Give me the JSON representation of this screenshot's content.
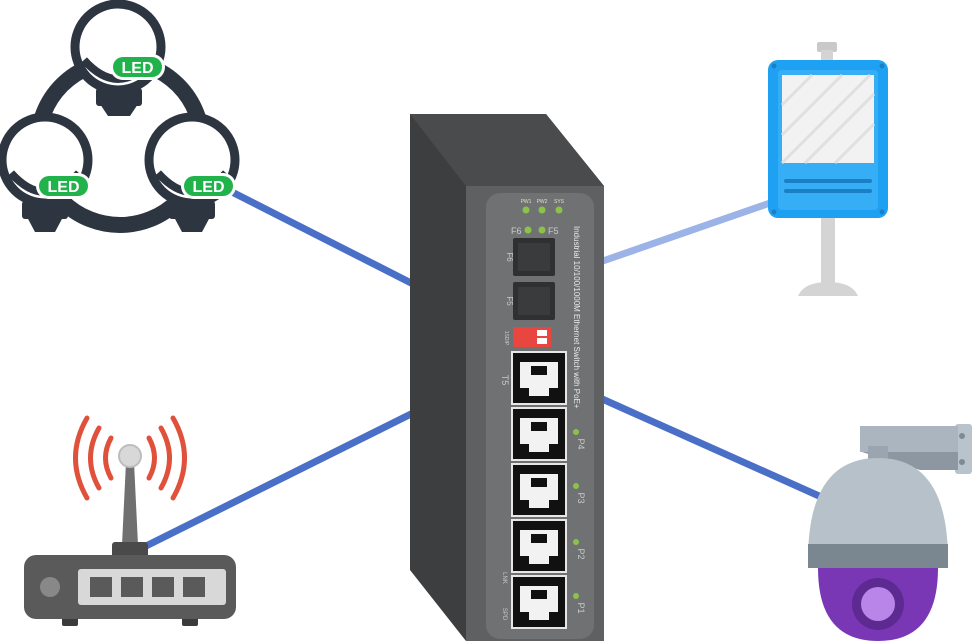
{
  "switch": {
    "product_text": "Industrial 10/100/1000M Ethernet Switch with PoE+",
    "led_labels": [
      "PW1",
      "PW2",
      "SYS"
    ],
    "sfp_led_labels": [
      "F6",
      "F5"
    ],
    "sfp_ports": [
      "F6",
      "F5"
    ],
    "dip_label": "1SDIP",
    "rj45_ports": [
      "T5",
      "P4",
      "P3",
      "P2",
      "P1"
    ],
    "side_labels": [
      "LNK",
      "SPD"
    ]
  },
  "led_lights": {
    "badge_text": "LED",
    "count": 3
  },
  "colors": {
    "link_dark": "#4a6fc7",
    "link_light": "#9bb3e6",
    "led_badge": "#22b24c",
    "switch_body": "#5f6062",
    "switch_panel": "#707172",
    "port_led": "#8bc34a",
    "dip_red": "#e8463f",
    "signage_blue": "#1ea1f2",
    "router_waves": "#e0513b",
    "camera_purple": "#7a37b5"
  },
  "icons": [
    "led-light-cluster-icon",
    "digital-signage-icon",
    "wifi-router-icon",
    "ptz-camera-icon",
    "poe-switch-icon"
  ]
}
